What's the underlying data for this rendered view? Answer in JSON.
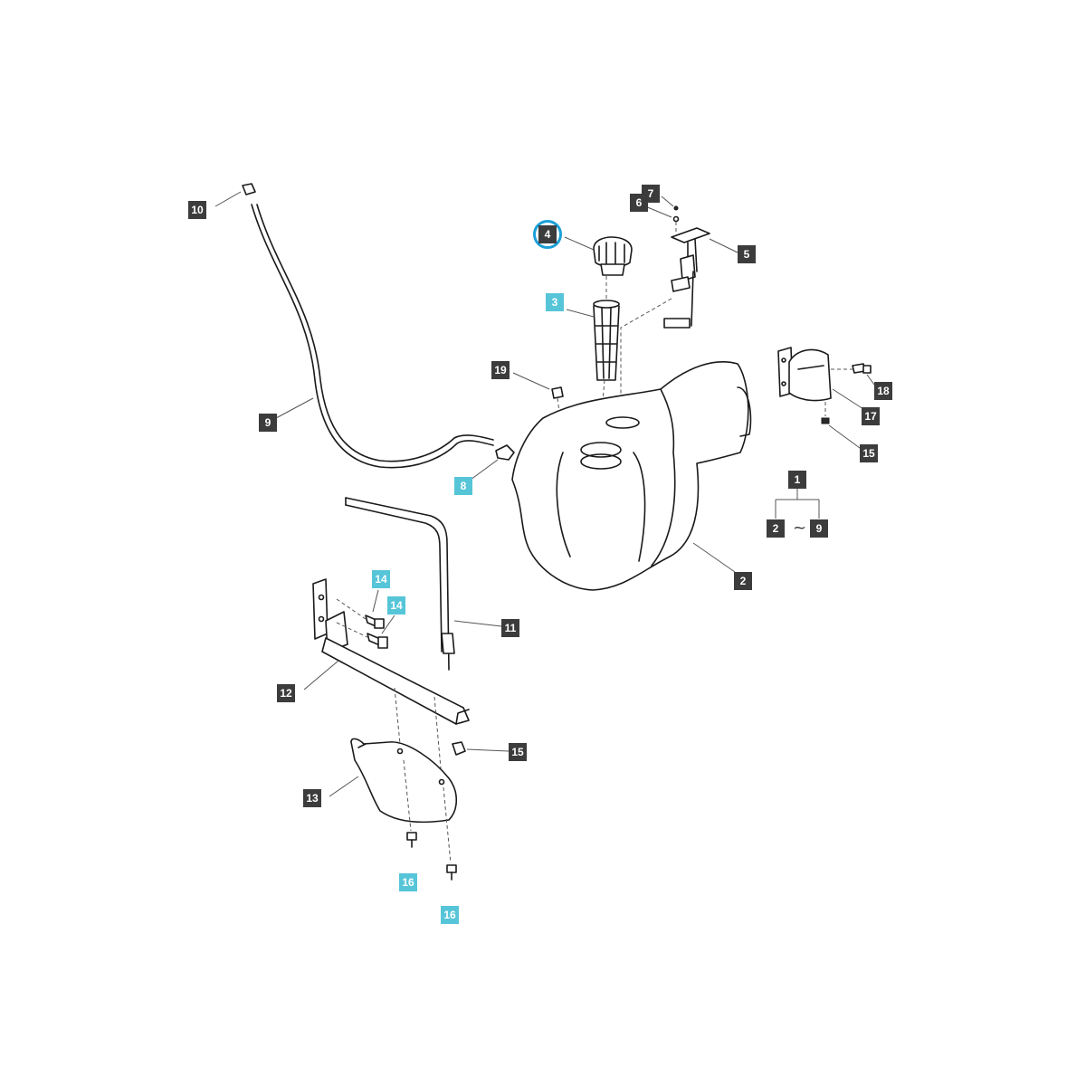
{
  "callouts": [
    {
      "id": "c10",
      "label": "10",
      "highlight": false
    },
    {
      "id": "c9",
      "label": "9",
      "highlight": false
    },
    {
      "id": "c8",
      "label": "8",
      "highlight": true
    },
    {
      "id": "c4",
      "label": "4",
      "highlight": false,
      "circled": true
    },
    {
      "id": "c3",
      "label": "3",
      "highlight": true
    },
    {
      "id": "c7",
      "label": "7",
      "highlight": false
    },
    {
      "id": "c6",
      "label": "6",
      "highlight": false
    },
    {
      "id": "c5",
      "label": "5",
      "highlight": false
    },
    {
      "id": "c19",
      "label": "19",
      "highlight": false
    },
    {
      "id": "c18",
      "label": "18",
      "highlight": false
    },
    {
      "id": "c17",
      "label": "17",
      "highlight": false
    },
    {
      "id": "c15a",
      "label": "15",
      "highlight": false
    },
    {
      "id": "c1",
      "label": "1",
      "highlight": false
    },
    {
      "id": "c2a",
      "label": "2",
      "highlight": false
    },
    {
      "id": "c9b",
      "label": "9",
      "highlight": false
    },
    {
      "id": "c2",
      "label": "2",
      "highlight": false
    },
    {
      "id": "c14a",
      "label": "14",
      "highlight": true
    },
    {
      "id": "c14b",
      "label": "14",
      "highlight": true
    },
    {
      "id": "c11",
      "label": "11",
      "highlight": false
    },
    {
      "id": "c12",
      "label": "12",
      "highlight": false
    },
    {
      "id": "c15b",
      "label": "15",
      "highlight": false
    },
    {
      "id": "c13",
      "label": "13",
      "highlight": false
    },
    {
      "id": "c16a",
      "label": "16",
      "highlight": true
    },
    {
      "id": "c16b",
      "label": "16",
      "highlight": true
    }
  ],
  "range_symbol": "~",
  "colors": {
    "tag_dark": "#3c3c3c",
    "tag_highlight": "#56c5d8",
    "circle_highlight": "#1ba0d8",
    "line": "#1a1a1a"
  }
}
